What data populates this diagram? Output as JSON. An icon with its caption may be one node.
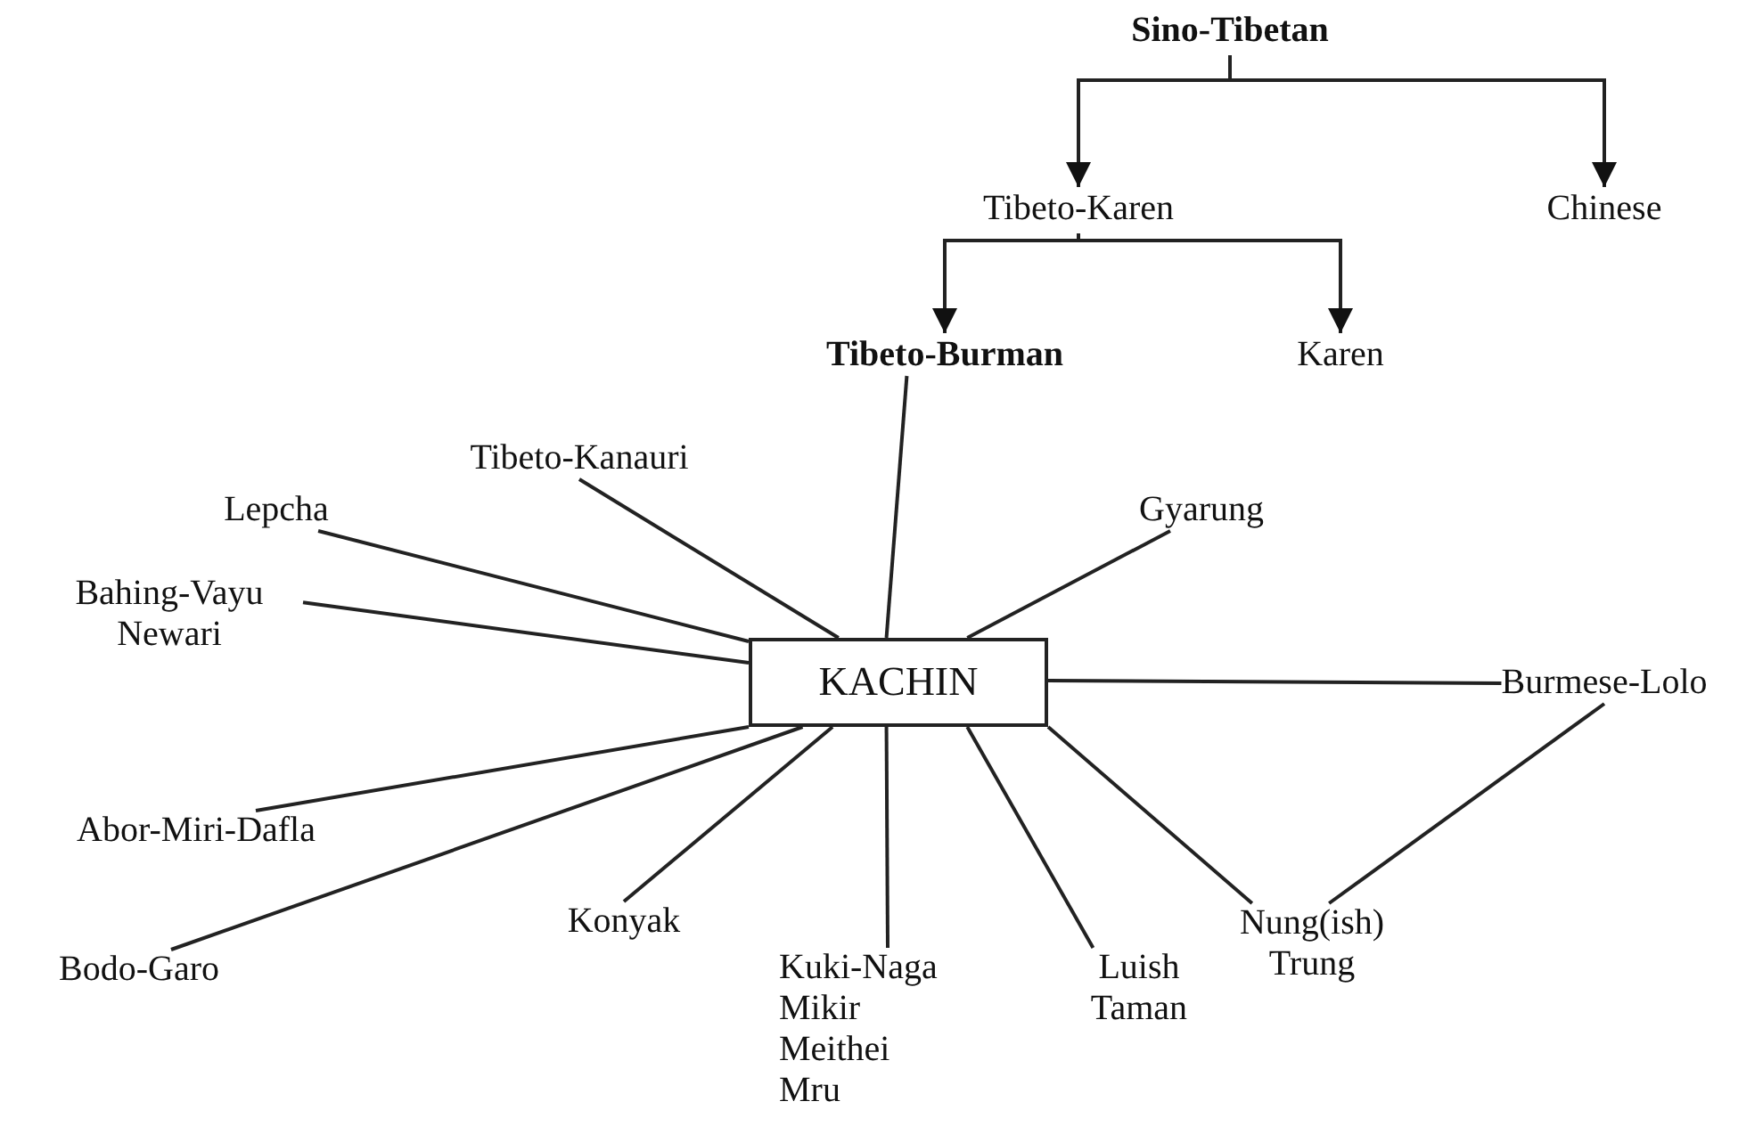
{
  "diagram": {
    "nodes": [
      {
        "text": [
          "Sino-Tibetan"
        ]
      },
      {
        "text": [
          "Tibeto-Karen"
        ]
      },
      {
        "text": [
          "Chinese"
        ]
      },
      {
        "text": [
          "Tibeto-Burman"
        ]
      },
      {
        "text": [
          "Karen"
        ]
      },
      {
        "text": [
          "KACHIN"
        ]
      },
      {
        "text": [
          "Tibeto-Kanauri"
        ]
      },
      {
        "text": [
          "Lepcha"
        ]
      },
      {
        "text": [
          "Gyarung"
        ]
      },
      {
        "text": [
          "Bahing-Vayu Newari"
        ]
      },
      {
        "text": [
          "Burmese-Lolo"
        ]
      },
      {
        "text": [
          "Abor-Miri-Dafla"
        ]
      },
      {
        "text": [
          "Konyak"
        ]
      },
      {
        "text": [
          "Bodo-Garo"
        ]
      },
      {
        "text": [
          "Kuki-Naga Mikir Meithei Mru"
        ]
      },
      {
        "text": [
          "Luish Taman"
        ]
      },
      {
        "text": [
          "Nung(ish) Trung"
        ]
      }
    ],
    "edges": [
      {
        "from": 0,
        "to": 1,
        "arrow": "to"
      },
      {
        "from": 0,
        "to": 2,
        "arrow": "to"
      },
      {
        "from": 1,
        "to": 3,
        "arrow": "to"
      },
      {
        "from": 1,
        "to": 4,
        "arrow": "to"
      },
      {
        "from": 3,
        "to": 5,
        "arrow": "none"
      },
      {
        "from": 5,
        "to": 6,
        "arrow": "none"
      },
      {
        "from": 5,
        "to": 7,
        "arrow": "none"
      },
      {
        "from": 5,
        "to": 8,
        "arrow": "none"
      },
      {
        "from": 5,
        "to": 9,
        "arrow": "none"
      },
      {
        "from": 5,
        "to": 10,
        "arrow": "none"
      },
      {
        "from": 5,
        "to": 11,
        "arrow": "none"
      },
      {
        "from": 5,
        "to": 12,
        "arrow": "none"
      },
      {
        "from": 5,
        "to": 13,
        "arrow": "none"
      },
      {
        "from": 5,
        "to": 14,
        "arrow": "none"
      },
      {
        "from": 5,
        "to": 15,
        "arrow": "none"
      },
      {
        "from": 5,
        "to": 16,
        "arrow": "none"
      },
      {
        "from": 10,
        "to": 16,
        "arrow": "none"
      }
    ]
  }
}
